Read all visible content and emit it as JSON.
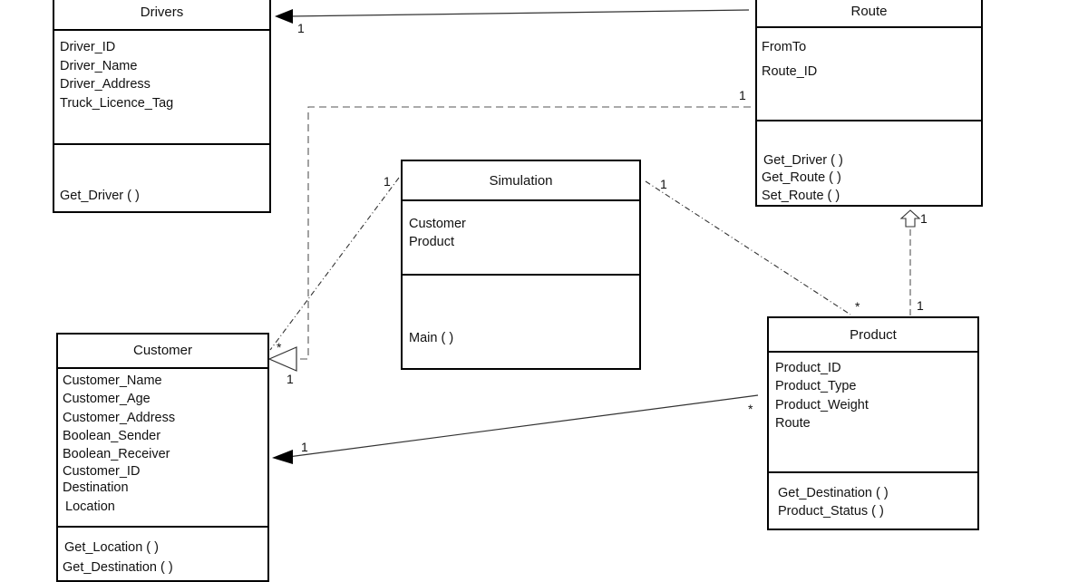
{
  "classes": {
    "drivers": {
      "name": "Drivers",
      "attributes": [
        "Driver_ID",
        "Driver_Name",
        "Driver_Address",
        "Truck_Licence_Tag"
      ],
      "operations": [
        "Get_Driver ( )"
      ]
    },
    "route": {
      "name": "Route",
      "attributes": [
        "FromTo",
        "Route_ID"
      ],
      "operations": [
        "Get_Driver ( )",
        "Get_Route ( )",
        "Set_Route ( )"
      ]
    },
    "simulation": {
      "name": "Simulation",
      "attributes": [
        "Customer",
        "Product"
      ],
      "operations": [
        "Main ( )"
      ]
    },
    "customer": {
      "name": "Customer",
      "attributes": [
        "Customer_Name",
        "Customer_Age",
        "Customer_Address",
        "Boolean_Sender",
        "Boolean_Receiver",
        "Customer_ID",
        "Destination",
        "Location"
      ],
      "operations": [
        "Get_Location ( )",
        "Get_Destination ( )"
      ]
    },
    "product": {
      "name": "Product",
      "attributes": [
        "Product_ID",
        "Product_Type",
        "Product_Weight",
        "Route"
      ],
      "operations": [
        "Get_Destination ( )",
        "Product_Status ( )"
      ]
    }
  },
  "multiplicities": {
    "route_drivers_end": "1",
    "route_customer_top": "1",
    "route_customer_end": "1",
    "simulation_customer_top": "1",
    "simulation_customer_end": "*",
    "simulation_product_top": "1",
    "simulation_product_end": "*",
    "product_route_top": "1",
    "product_route_end": "1",
    "product_customer_top": "*",
    "product_customer_end": "1"
  }
}
